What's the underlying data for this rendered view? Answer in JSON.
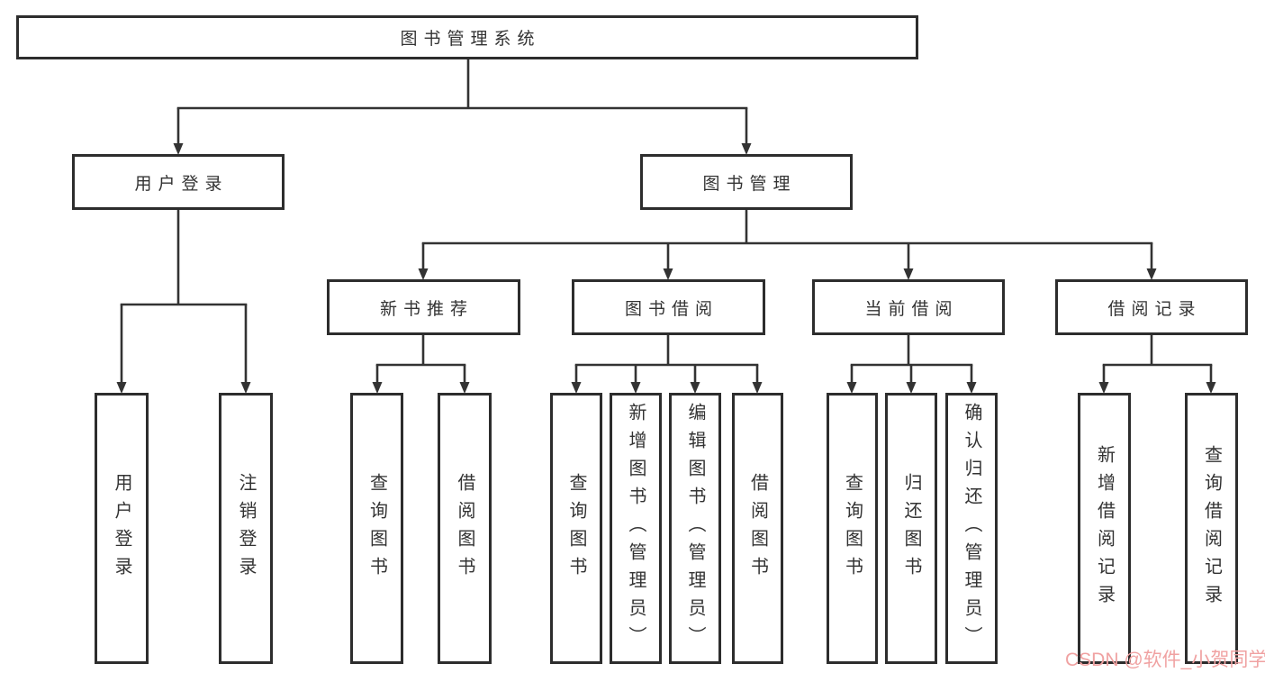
{
  "tree": {
    "root": "图书管理系统",
    "branches": [
      {
        "label": "用户登录",
        "children": [
          "用户登录",
          "注销登录"
        ]
      },
      {
        "label": "图书管理",
        "groups": [
          {
            "label": "新书推荐",
            "children": [
              "查询图书",
              "借阅图书"
            ]
          },
          {
            "label": "图书借阅",
            "children": [
              "查询图书",
              "新增图书（管理员）",
              "编辑图书（管理员）",
              "借阅图书"
            ]
          },
          {
            "label": "当前借阅",
            "children": [
              "查询图书",
              "归还图书",
              "确认归还（管理员）"
            ]
          },
          {
            "label": "借阅记录",
            "children": [
              "新增借阅记录",
              "查询借阅记录"
            ]
          }
        ]
      }
    ]
  },
  "watermark": "CSDN @软件_小贺同学",
  "colors": {
    "line": "#333333",
    "border": "#2d2d2d",
    "text": "#333333",
    "watermark": "#f0a2a2",
    "background": "#ffffff"
  }
}
